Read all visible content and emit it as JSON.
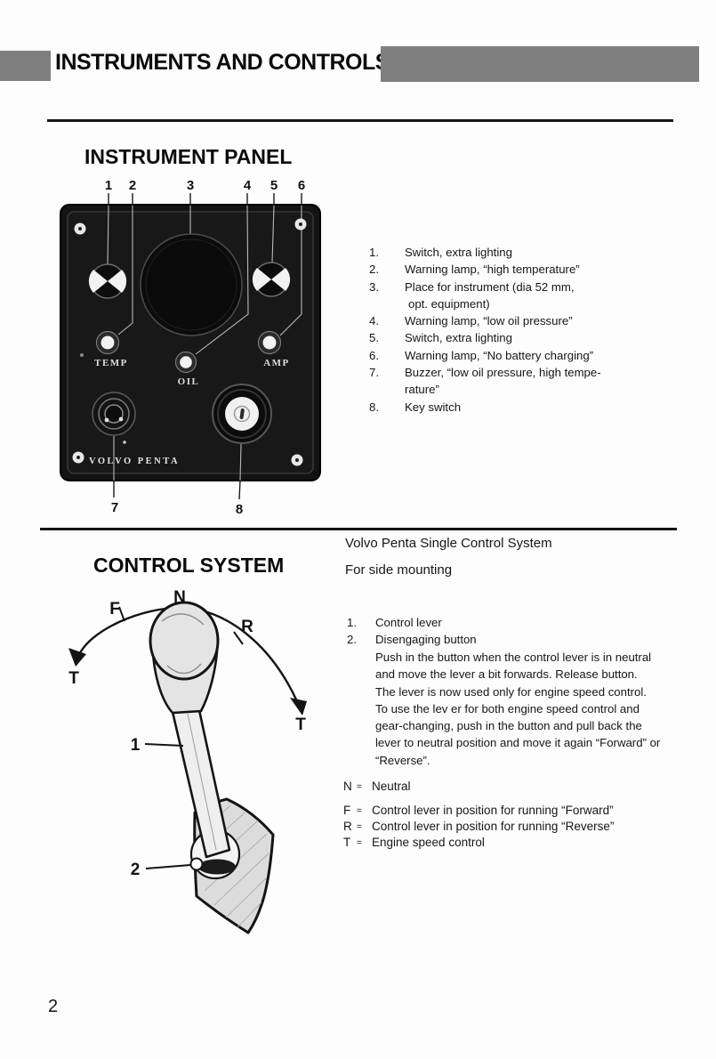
{
  "header": {
    "title": "INSTRUMENTS AND CONTROLS"
  },
  "page_number": "2",
  "colors": {
    "header_bar": "#7f7f7f",
    "panel_face": "#131313"
  },
  "instrument_panel": {
    "section_title": "INSTRUMENT PANEL",
    "callouts": [
      "1",
      "2",
      "3",
      "4",
      "5",
      "6",
      "7",
      "8"
    ],
    "panel_text": {
      "temp": "TEMP",
      "oil": "OIL",
      "amp": "AMP",
      "brand": "VOLVO PENTA"
    },
    "legend": [
      {
        "num": "1.",
        "text": "Switch, extra lighting"
      },
      {
        "num": "2.",
        "text": "Warning lamp, “high temperature”"
      },
      {
        "num": "3.",
        "text": "Place for instrument (dia 52 mm,"
      },
      {
        "num": "",
        "text": "opt. equipment)"
      },
      {
        "num": "4.",
        "text": "Warning lamp, “low oil pressure”"
      },
      {
        "num": "5.",
        "text": "Switch, extra lighting"
      },
      {
        "num": "6.",
        "text": "Warning lamp, “No battery charging”"
      },
      {
        "num": "7.",
        "text": "Buzzer, “low oil pressure, high tempe-"
      },
      {
        "num": "",
        "text": "rature”"
      },
      {
        "num": "8.",
        "text": "Key switch"
      }
    ]
  },
  "control_system": {
    "section_title": "CONTROL SYSTEM",
    "subtitle_line1": "Volvo Penta Single Control System",
    "subtitle_line2": "For side mounting",
    "items": [
      {
        "num": "1.",
        "text": "Control lever"
      },
      {
        "num": "2.",
        "text": "Disengaging button"
      }
    ],
    "description_lines": [
      "Push in the button when the control lever is in neutral",
      "and move the lever a bit forwards. Release button.",
      "The lever is now used only for engine speed control.",
      "To use the lev er for both engine speed control and",
      "gear-changing, push in the button and pull back the",
      "lever to neutral position and move it again “Forward” or",
      "“Reverse”."
    ],
    "position_legend": [
      {
        "key": "N",
        "eq": "=",
        "text": "Neutral"
      },
      {
        "key": "F",
        "eq": "=",
        "text": "Control lever in position for running “Forward”"
      },
      {
        "key": "R",
        "eq": "=",
        "text": "Control lever in position for running “Reverse”"
      },
      {
        "key": "T",
        "eq": "=",
        "text": "Engine speed control"
      }
    ],
    "diagram": {
      "f": "F",
      "n": "N",
      "r": "R",
      "t_left": "T",
      "t_right": "T",
      "lever_callout": "1",
      "button_callout": "2"
    }
  }
}
